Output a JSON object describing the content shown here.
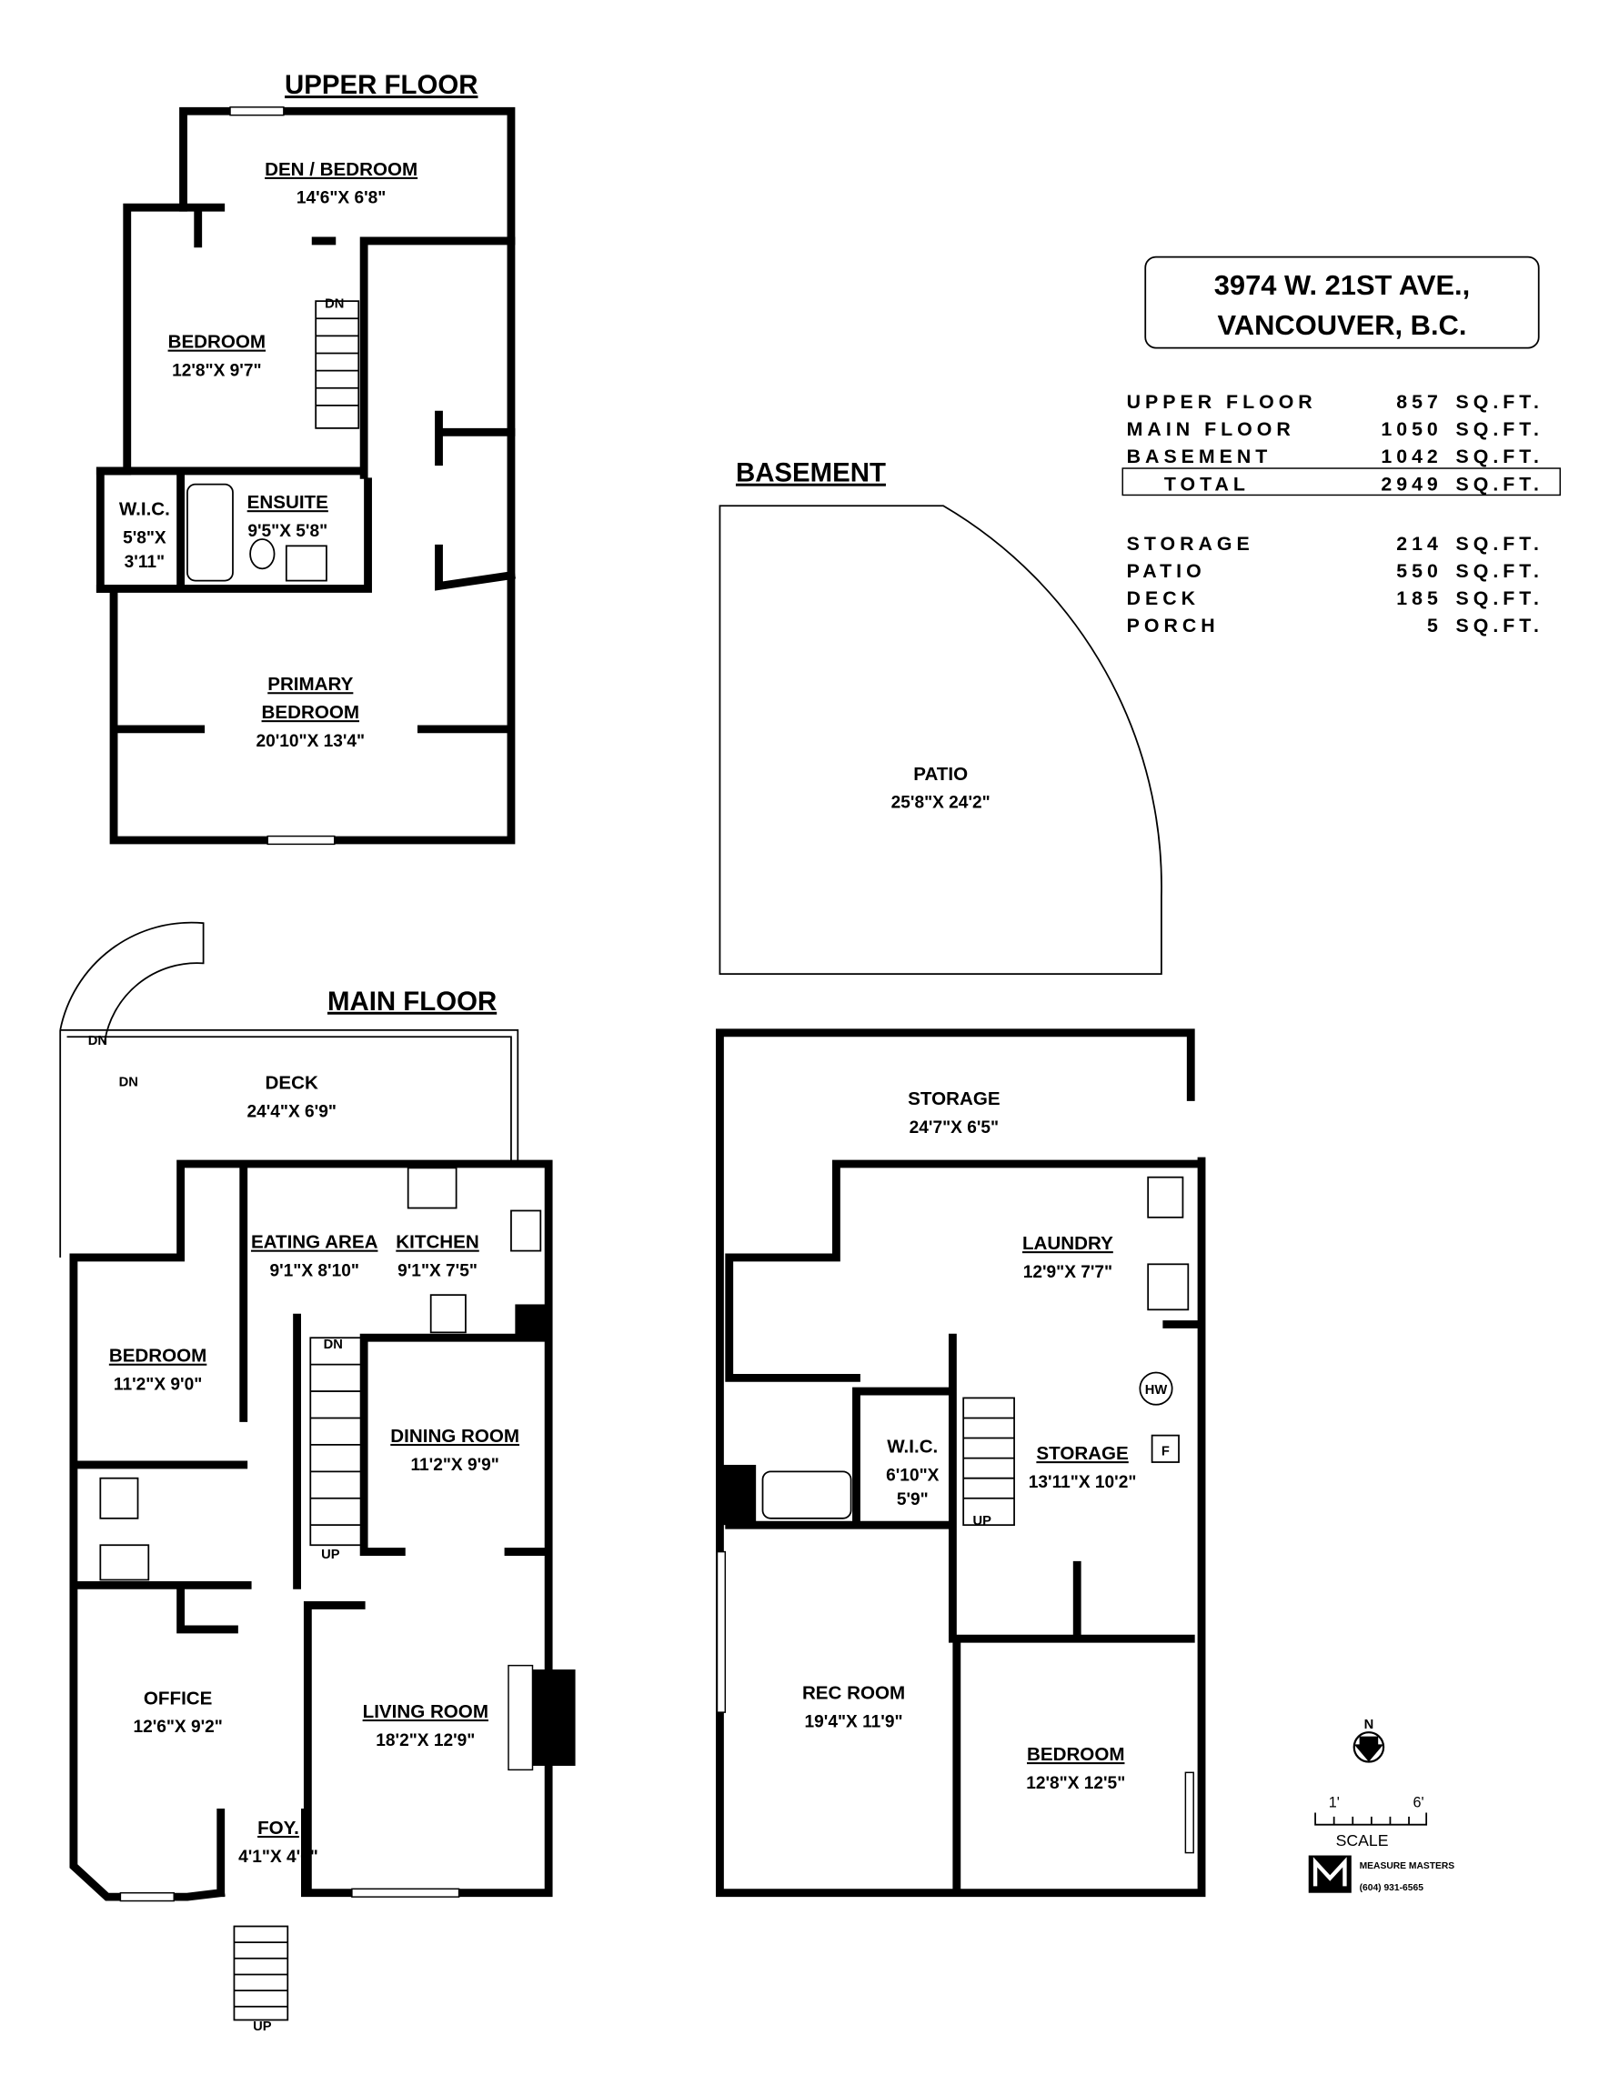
{
  "titles": {
    "upper": "UPPER FLOOR",
    "main": "MAIN FLOOR",
    "basement": "BASEMENT"
  },
  "address": {
    "line1": "3974  W.  21ST  AVE.,",
    "line2": "VANCOUVER,  B.C."
  },
  "areas": [
    {
      "label": "UPPER FLOOR",
      "value": "857",
      "unit": "SQ.FT."
    },
    {
      "label": "MAIN FLOOR",
      "value": "1050",
      "unit": "SQ.FT."
    },
    {
      "label": "BASEMENT",
      "value": "1042",
      "unit": "SQ.FT."
    },
    {
      "label": "TOTAL",
      "value": "2949",
      "unit": "SQ.FT."
    }
  ],
  "extra_areas": [
    {
      "label": "STORAGE",
      "value": "214",
      "unit": "SQ.FT."
    },
    {
      "label": "PATIO",
      "value": "550",
      "unit": "SQ.FT."
    },
    {
      "label": "DECK",
      "value": "185",
      "unit": "SQ.FT."
    },
    {
      "label": "PORCH",
      "value": "5",
      "unit": "SQ.FT."
    }
  ],
  "rooms": [
    {
      "name": "DEN / BEDROOM",
      "dims": "14'6\"X 6'8\""
    },
    {
      "name": "BEDROOM",
      "dims": "12'8\"X 9'7\""
    },
    {
      "name": "W.I.C.",
      "dims": "5'8\"X",
      "dims2": "3'11\""
    },
    {
      "name": "ENSUITE",
      "dims": "9'5\"X 5'8\""
    },
    {
      "name": "PRIMARY",
      "name2": "BEDROOM",
      "dims": "20'10\"X 13'4\""
    },
    {
      "name": "DECK",
      "dims": "24'4\"X 6'9\""
    },
    {
      "name": "EATING AREA",
      "dims": "9'1\"X 8'10\""
    },
    {
      "name": "KITCHEN",
      "dims": "9'1\"X 7'5\""
    },
    {
      "name": "BEDROOM",
      "dims": "11'2\"X 9'0\""
    },
    {
      "name": "DINING ROOM",
      "dims": "11'2\"X 9'9\""
    },
    {
      "name": "OFFICE",
      "dims": "12'6\"X 9'2\""
    },
    {
      "name": "LIVING ROOM",
      "dims": "18'2\"X 12'9\""
    },
    {
      "name": "FOY.",
      "dims": "4'1\"X 4'0\""
    },
    {
      "name": "PATIO",
      "dims": "25'8\"X 24'2\""
    },
    {
      "name": "STORAGE",
      "dims": "24'7\"X 6'5\""
    },
    {
      "name": "LAUNDRY",
      "dims": "12'9\"X 7'7\""
    },
    {
      "name": "W.I.C.",
      "dims": "6'10\"X",
      "dims2": "5'9\""
    },
    {
      "name": "STORAGE",
      "dims": "13'11\"X 10'2\""
    },
    {
      "name": "REC ROOM",
      "dims": "19'4\"X 11'9\""
    },
    {
      "name": "BEDROOM",
      "dims": "12'8\"X 12'5\""
    }
  ],
  "stair_labels": {
    "dn": "DN",
    "up": "UP"
  },
  "fixtures": {
    "hot_water": "HW",
    "furnace": "F"
  },
  "legend": {
    "north": "N",
    "scale_start": "1'",
    "scale_end": "6'",
    "scale": "SCALE",
    "logo": "MEASURE MASTERS",
    "phone": "(604) 931-6565"
  }
}
